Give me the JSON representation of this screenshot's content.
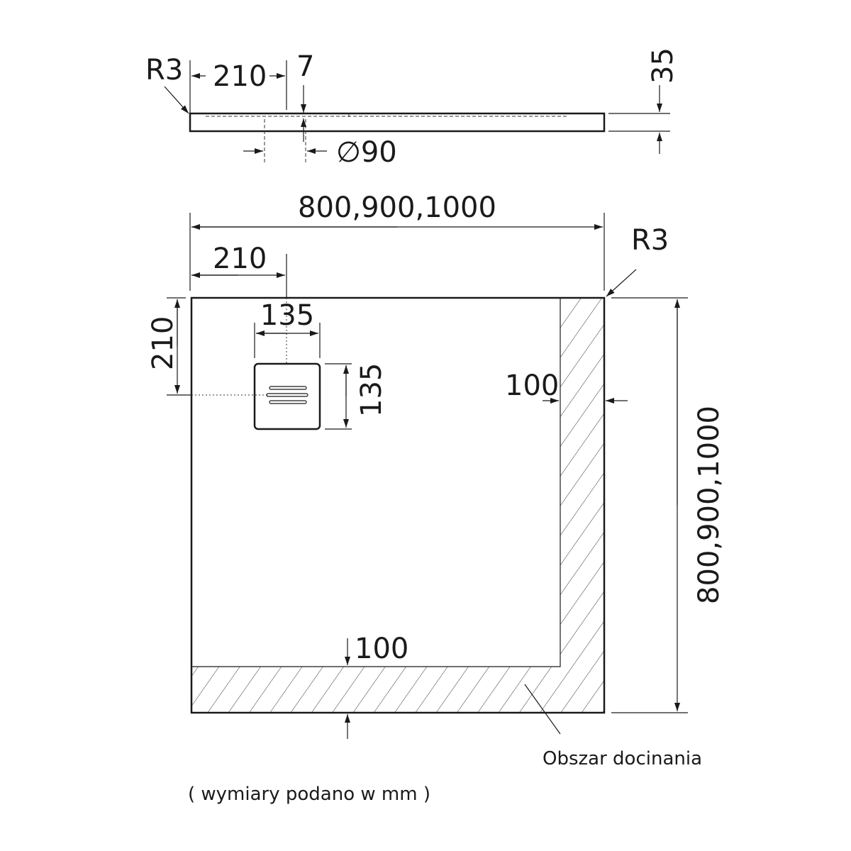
{
  "side_view": {
    "radius": "R3",
    "drain_offset": "210",
    "depth": "7",
    "drain_diameter": "∅90",
    "height": "35"
  },
  "top_view": {
    "width": "800,900,1000",
    "length": "800,900,1000",
    "radius": "R3",
    "drain_offset_x": "210",
    "drain_offset_y": "210",
    "drain_width": "135",
    "drain_height": "135",
    "trim_right": "100",
    "trim_bottom": "100",
    "trim_area_label": "Obszar docinania"
  },
  "footer_note": "( wymiary podano w mm )"
}
